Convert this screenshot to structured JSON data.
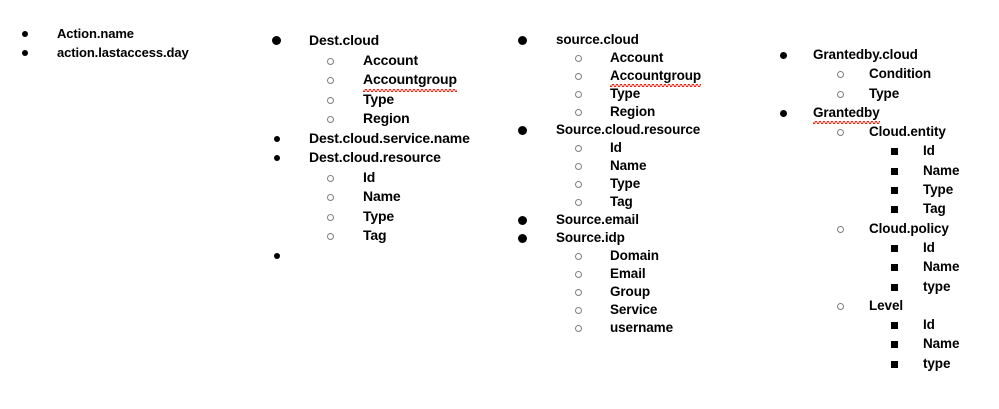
{
  "document": {
    "kind": "bulleted-outline",
    "background_color": "#ffffff",
    "text_color": "#000000",
    "spellcheck_underline_color": "#ee2211"
  },
  "columns": [
    {
      "id": "column-1",
      "items": [
        {
          "level": 1,
          "bullet": "disc",
          "text": "Action.name",
          "misspelled": false
        },
        {
          "level": 1,
          "bullet": "disc",
          "text": "action.lastaccess.day",
          "misspelled": false
        }
      ]
    },
    {
      "id": "column-2",
      "items": [
        {
          "level": 1,
          "bullet": "disc-large",
          "text": "Dest.cloud",
          "misspelled": false
        },
        {
          "level": 2,
          "bullet": "circle",
          "text": "Account",
          "misspelled": false
        },
        {
          "level": 2,
          "bullet": "circle",
          "text": "Accountgroup",
          "misspelled": true
        },
        {
          "level": 2,
          "bullet": "circle",
          "text": "Type",
          "misspelled": false
        },
        {
          "level": 2,
          "bullet": "circle",
          "text": "Region",
          "misspelled": false
        },
        {
          "level": 1,
          "bullet": "disc",
          "text": "Dest.cloud.service.name",
          "misspelled": false
        },
        {
          "level": 1,
          "bullet": "disc",
          "text": "Dest.cloud.resource",
          "misspelled": false
        },
        {
          "level": 2,
          "bullet": "circle",
          "text": "Id",
          "misspelled": false
        },
        {
          "level": 2,
          "bullet": "circle",
          "text": "Name",
          "misspelled": false
        },
        {
          "level": 2,
          "bullet": "circle",
          "text": "Type",
          "misspelled": false
        },
        {
          "level": 2,
          "bullet": "circle",
          "text": "Tag",
          "misspelled": false
        },
        {
          "level": 1,
          "bullet": "disc",
          "text": "",
          "misspelled": false
        }
      ]
    },
    {
      "id": "column-3",
      "items": [
        {
          "level": 1,
          "bullet": "disc-large",
          "text": "source.cloud",
          "misspelled": false
        },
        {
          "level": 2,
          "bullet": "circle",
          "text": "Account",
          "misspelled": false
        },
        {
          "level": 2,
          "bullet": "circle",
          "text": "Accountgroup",
          "misspelled": true
        },
        {
          "level": 2,
          "bullet": "circle",
          "text": "Type",
          "misspelled": false
        },
        {
          "level": 2,
          "bullet": "circle",
          "text": "Region",
          "misspelled": false
        },
        {
          "level": 1,
          "bullet": "disc-large",
          "text": "Source.cloud.resource",
          "misspelled": false
        },
        {
          "level": 2,
          "bullet": "circle",
          "text": "Id",
          "misspelled": false
        },
        {
          "level": 2,
          "bullet": "circle",
          "text": "Name",
          "misspelled": false
        },
        {
          "level": 2,
          "bullet": "circle",
          "text": "Type",
          "misspelled": false
        },
        {
          "level": 2,
          "bullet": "circle",
          "text": "Tag",
          "misspelled": false
        },
        {
          "level": 1,
          "bullet": "disc-large",
          "text": "Source.email",
          "misspelled": false
        },
        {
          "level": 1,
          "bullet": "disc-large",
          "text": "Source.idp",
          "misspelled": false
        },
        {
          "level": 2,
          "bullet": "circle",
          "text": "Domain",
          "misspelled": false
        },
        {
          "level": 2,
          "bullet": "circle",
          "text": "Email",
          "misspelled": false
        },
        {
          "level": 2,
          "bullet": "circle",
          "text": "Group",
          "misspelled": false
        },
        {
          "level": 2,
          "bullet": "circle",
          "text": "Service",
          "misspelled": false
        },
        {
          "level": 2,
          "bullet": "circle",
          "text": "username",
          "misspelled": false
        }
      ]
    },
    {
      "id": "column-4",
      "items": [
        {
          "level": 1,
          "bullet": "disc",
          "text": "Grantedby.cloud",
          "misspelled": false
        },
        {
          "level": 2,
          "bullet": "circle",
          "text": "Condition",
          "misspelled": false
        },
        {
          "level": 2,
          "bullet": "circle",
          "text": "Type",
          "misspelled": false
        },
        {
          "level": 1,
          "bullet": "disc",
          "text": "Grantedby",
          "misspelled": true
        },
        {
          "level": 2,
          "bullet": "circle",
          "text": "Cloud.entity",
          "misspelled": false
        },
        {
          "level": 3,
          "bullet": "square",
          "text": "Id",
          "misspelled": false
        },
        {
          "level": 3,
          "bullet": "square",
          "text": "Name",
          "misspelled": false
        },
        {
          "level": 3,
          "bullet": "square",
          "text": "Type",
          "misspelled": false
        },
        {
          "level": 3,
          "bullet": "square",
          "text": "Tag",
          "misspelled": false
        },
        {
          "level": 2,
          "bullet": "circle",
          "text": "Cloud.policy",
          "misspelled": false
        },
        {
          "level": 3,
          "bullet": "square",
          "text": "Id",
          "misspelled": false
        },
        {
          "level": 3,
          "bullet": "square",
          "text": "Name",
          "misspelled": false
        },
        {
          "level": 3,
          "bullet": "square",
          "text": "type",
          "misspelled": false
        },
        {
          "level": 2,
          "bullet": "circle",
          "text": "Level",
          "misspelled": false
        },
        {
          "level": 3,
          "bullet": "square",
          "text": "Id",
          "misspelled": false
        },
        {
          "level": 3,
          "bullet": "square",
          "text": "Name",
          "misspelled": false
        },
        {
          "level": 3,
          "bullet": "square",
          "text": "type",
          "misspelled": false
        }
      ]
    }
  ]
}
